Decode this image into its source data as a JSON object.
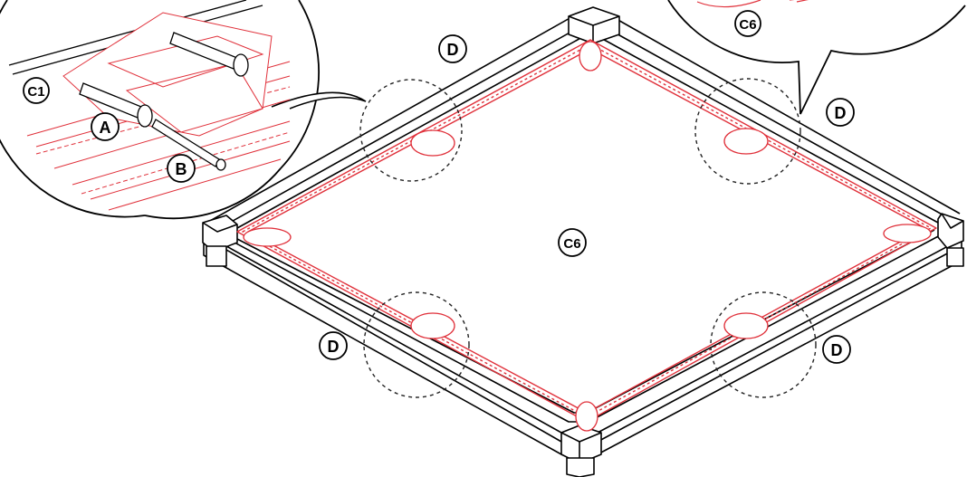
{
  "labels": {
    "a": "A",
    "b": "B",
    "c1": "C1",
    "c6_center": "C6",
    "c6_detail": "C6",
    "d": "D"
  },
  "colors": {
    "frame": "#000000",
    "liner": "#e0303a",
    "background": "#ffffff"
  }
}
